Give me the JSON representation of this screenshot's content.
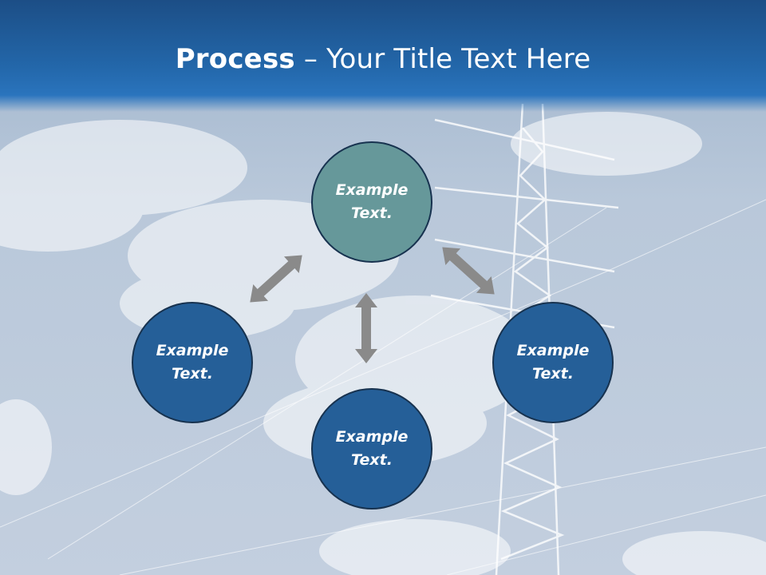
{
  "slide": {
    "title_bold": "Process",
    "title_rest": " – Your Title Text Here"
  },
  "nodes": [
    {
      "label": "Example Text."
    },
    {
      "label": "Example Text."
    },
    {
      "label": "Example Text."
    },
    {
      "label": "Example Text."
    }
  ],
  "colors": {
    "header": "#2367aa",
    "top_node": "#66989a",
    "blue_node": "#255f98",
    "arrow": "#8a8a8a"
  }
}
